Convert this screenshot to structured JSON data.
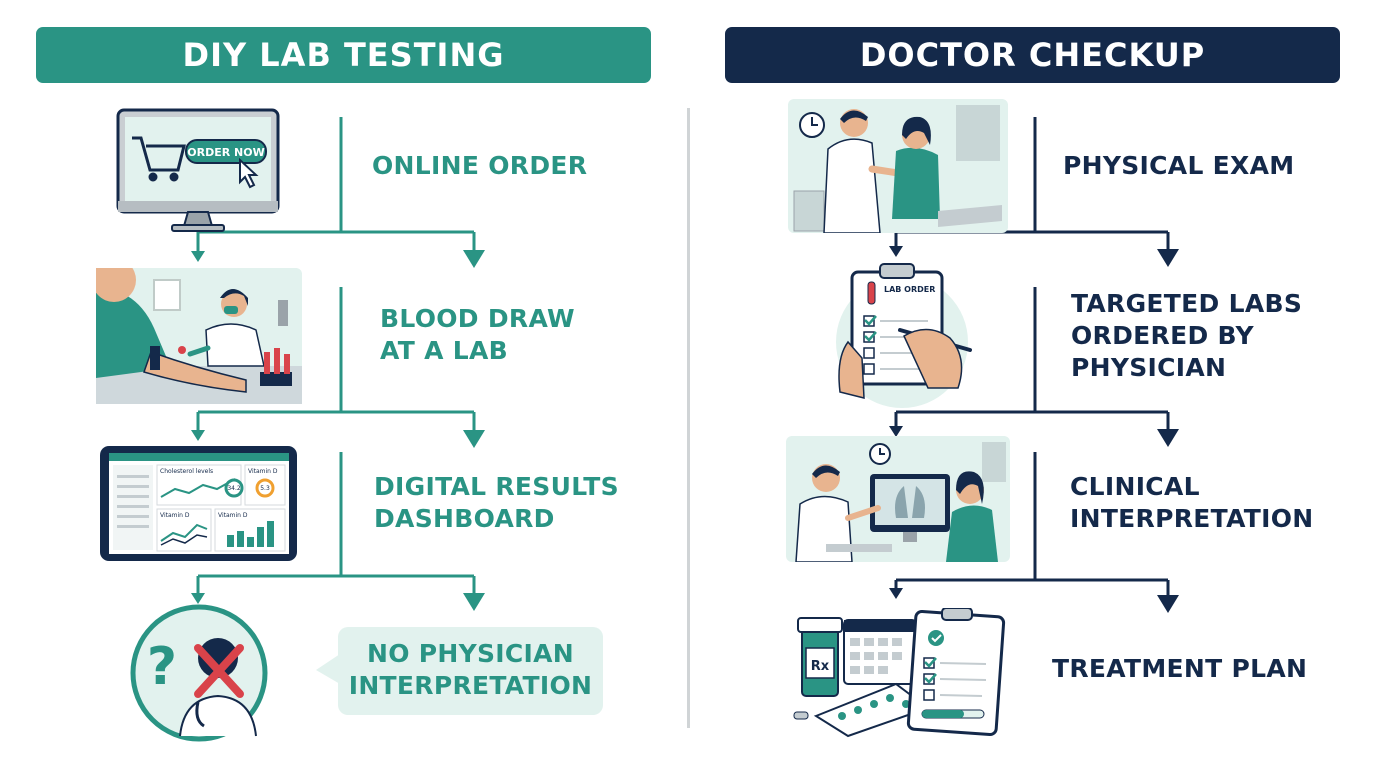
{
  "diy": {
    "title": "DIY LAB TESTING",
    "steps": [
      {
        "line1": "ONLINE ORDER",
        "line2": ""
      },
      {
        "line1": "BLOOD DRAW",
        "line2": "AT A LAB"
      },
      {
        "line1": "DIGITAL RESULTS",
        "line2": "DASHBOARD"
      },
      {
        "line1": "NO PHYSICIAN",
        "line2": "INTERPRETATION"
      }
    ],
    "order_button": "ORDER NOW",
    "dashboard": {
      "panel1": "Cholesterol levels",
      "panel2": "Vitamin D",
      "panel3": "Vitamin D",
      "panel4": "Vitamin D",
      "gauge1": "34.2",
      "gauge2": "5.3"
    }
  },
  "doctor": {
    "title": "DOCTOR CHECKUP",
    "steps": [
      {
        "line1": "PHYSICAL EXAM",
        "line2": "",
        "line3": ""
      },
      {
        "line1": "TARGETED LABS",
        "line2": "ORDERED BY",
        "line3": "PHYSICIAN"
      },
      {
        "line1": "CLINICAL",
        "line2": "INTERPRETATION",
        "line3": ""
      },
      {
        "line1": "TREATMENT PLAN",
        "line2": "",
        "line3": ""
      }
    ],
    "clipboard_label": "LAB ORDER",
    "rx_label": "Rx"
  },
  "colors": {
    "teal": "#2a9484",
    "navy": "#14294a",
    "mint": "#e2f2ee",
    "red": "#d9434a"
  },
  "icons": [
    "shopping-cart-icon",
    "cursor-icon",
    "question-mark-icon",
    "cross-icon",
    "stethoscope-icon",
    "checkbox-icon",
    "calendar-icon",
    "pill-bottle-icon",
    "pill-organizer-icon",
    "clock-icon"
  ]
}
